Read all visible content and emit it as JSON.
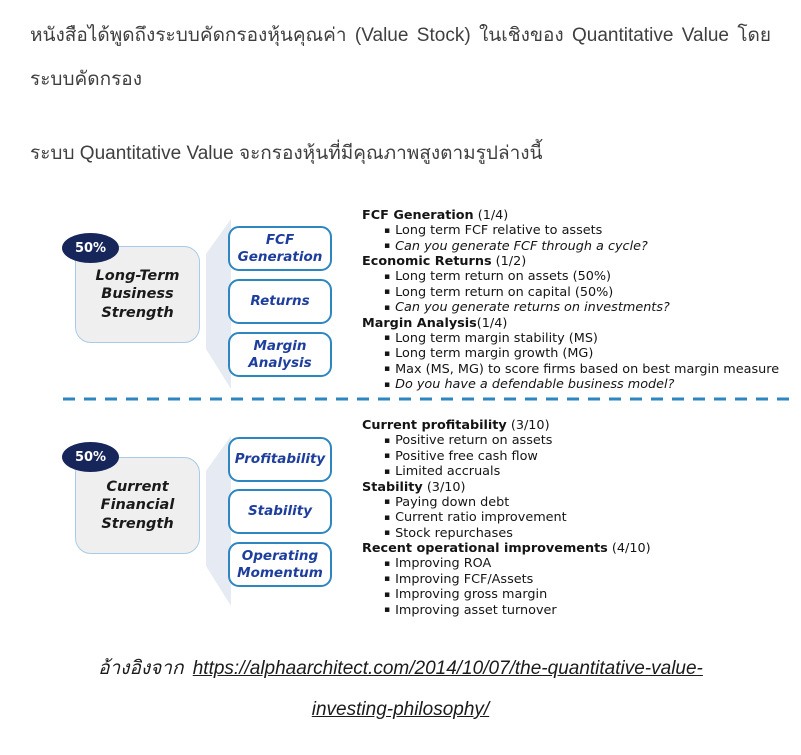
{
  "colors": {
    "navy": "#17265A",
    "blue_border": "#2E86C1",
    "blue_text": "#1D3E9C",
    "gray_fill": "#EFEFEF",
    "gray_border": "#A7CBE8",
    "wedge_fill": "#E6EAF2",
    "dashed_divider": "#2E86C1",
    "body_text": "#3F3F3F"
  },
  "icons": {
    "bullet": "▪"
  },
  "header": {
    "intro_line1": "หนังสือได้พูดถึงระบบคัดกรองหุ้นคุณค่า (Value Stock) ในเชิงของ Quantitative Value โดย",
    "intro_line2": "ระบบคัดกรอง",
    "subtitle": "ระบบ Quantitative Value จะกรองหุ้นที่มีคุณภาพสูงตามรูปล่างนี้"
  },
  "diagram": {
    "top": {
      "weight": "50%",
      "group_label": "Long-Term\nBusiness\nStrength",
      "boxes": [
        "FCF\nGeneration",
        "Returns",
        "Margin\nAnalysis"
      ],
      "details": [
        {
          "b": "FCF Generation",
          "r": " (1/4)"
        },
        {
          "t": "Long term FCF relative to assets"
        },
        {
          "t": "Can you generate FCF through a cycle?"
        },
        {
          "b": "Economic Returns",
          "r": " (1/2)"
        },
        {
          "t": "Long term return on assets (50%)"
        },
        {
          "t": "Long term return on capital (50%)"
        },
        {
          "t": "Can you generate returns on investments?"
        },
        {
          "b": "Margin Analysis",
          "r": "(1/4)"
        },
        {
          "t": "Long term margin stability (MS)"
        },
        {
          "t": "Long term margin growth (MG)"
        },
        {
          "t": "Max (MS, MG) to score firms based on best margin measure"
        },
        {
          "t": "Do you have a defendable business model?"
        }
      ]
    },
    "bottom": {
      "weight": "50%",
      "group_label": "Current\nFinancial\nStrength",
      "boxes": [
        "Profitability",
        "Stability",
        "Operating\nMomentum"
      ],
      "details": [
        {
          "b": "Current profitability",
          "r": " (3/10)"
        },
        {
          "t": "Positive return on assets"
        },
        {
          "t": "Positive free cash flow"
        },
        {
          "t": "Limited accruals"
        },
        {
          "b": "Stability",
          "r": " (3/10)"
        },
        {
          "t": "Paying down debt"
        },
        {
          "t": "Current ratio improvement"
        },
        {
          "t": "Stock repurchases"
        },
        {
          "b": "Recent operational improvements",
          "r": " (4/10)"
        },
        {
          "t": "Improving ROA"
        },
        {
          "t": "Improving FCF/Assets"
        },
        {
          "t": "Improving gross margin"
        },
        {
          "t": "Improving asset turnover"
        }
      ]
    }
  },
  "citation": {
    "prefix": "อ้างอิงจาก ",
    "url_line1": "https://alphaarchitect.com/2014/10/07/the-quantitative-value-",
    "url_line2": "investing-philosophy/",
    "url_full": "https://alphaarchitect.com/2014/10/07/the-quantitative-value-investing-philosophy/"
  }
}
